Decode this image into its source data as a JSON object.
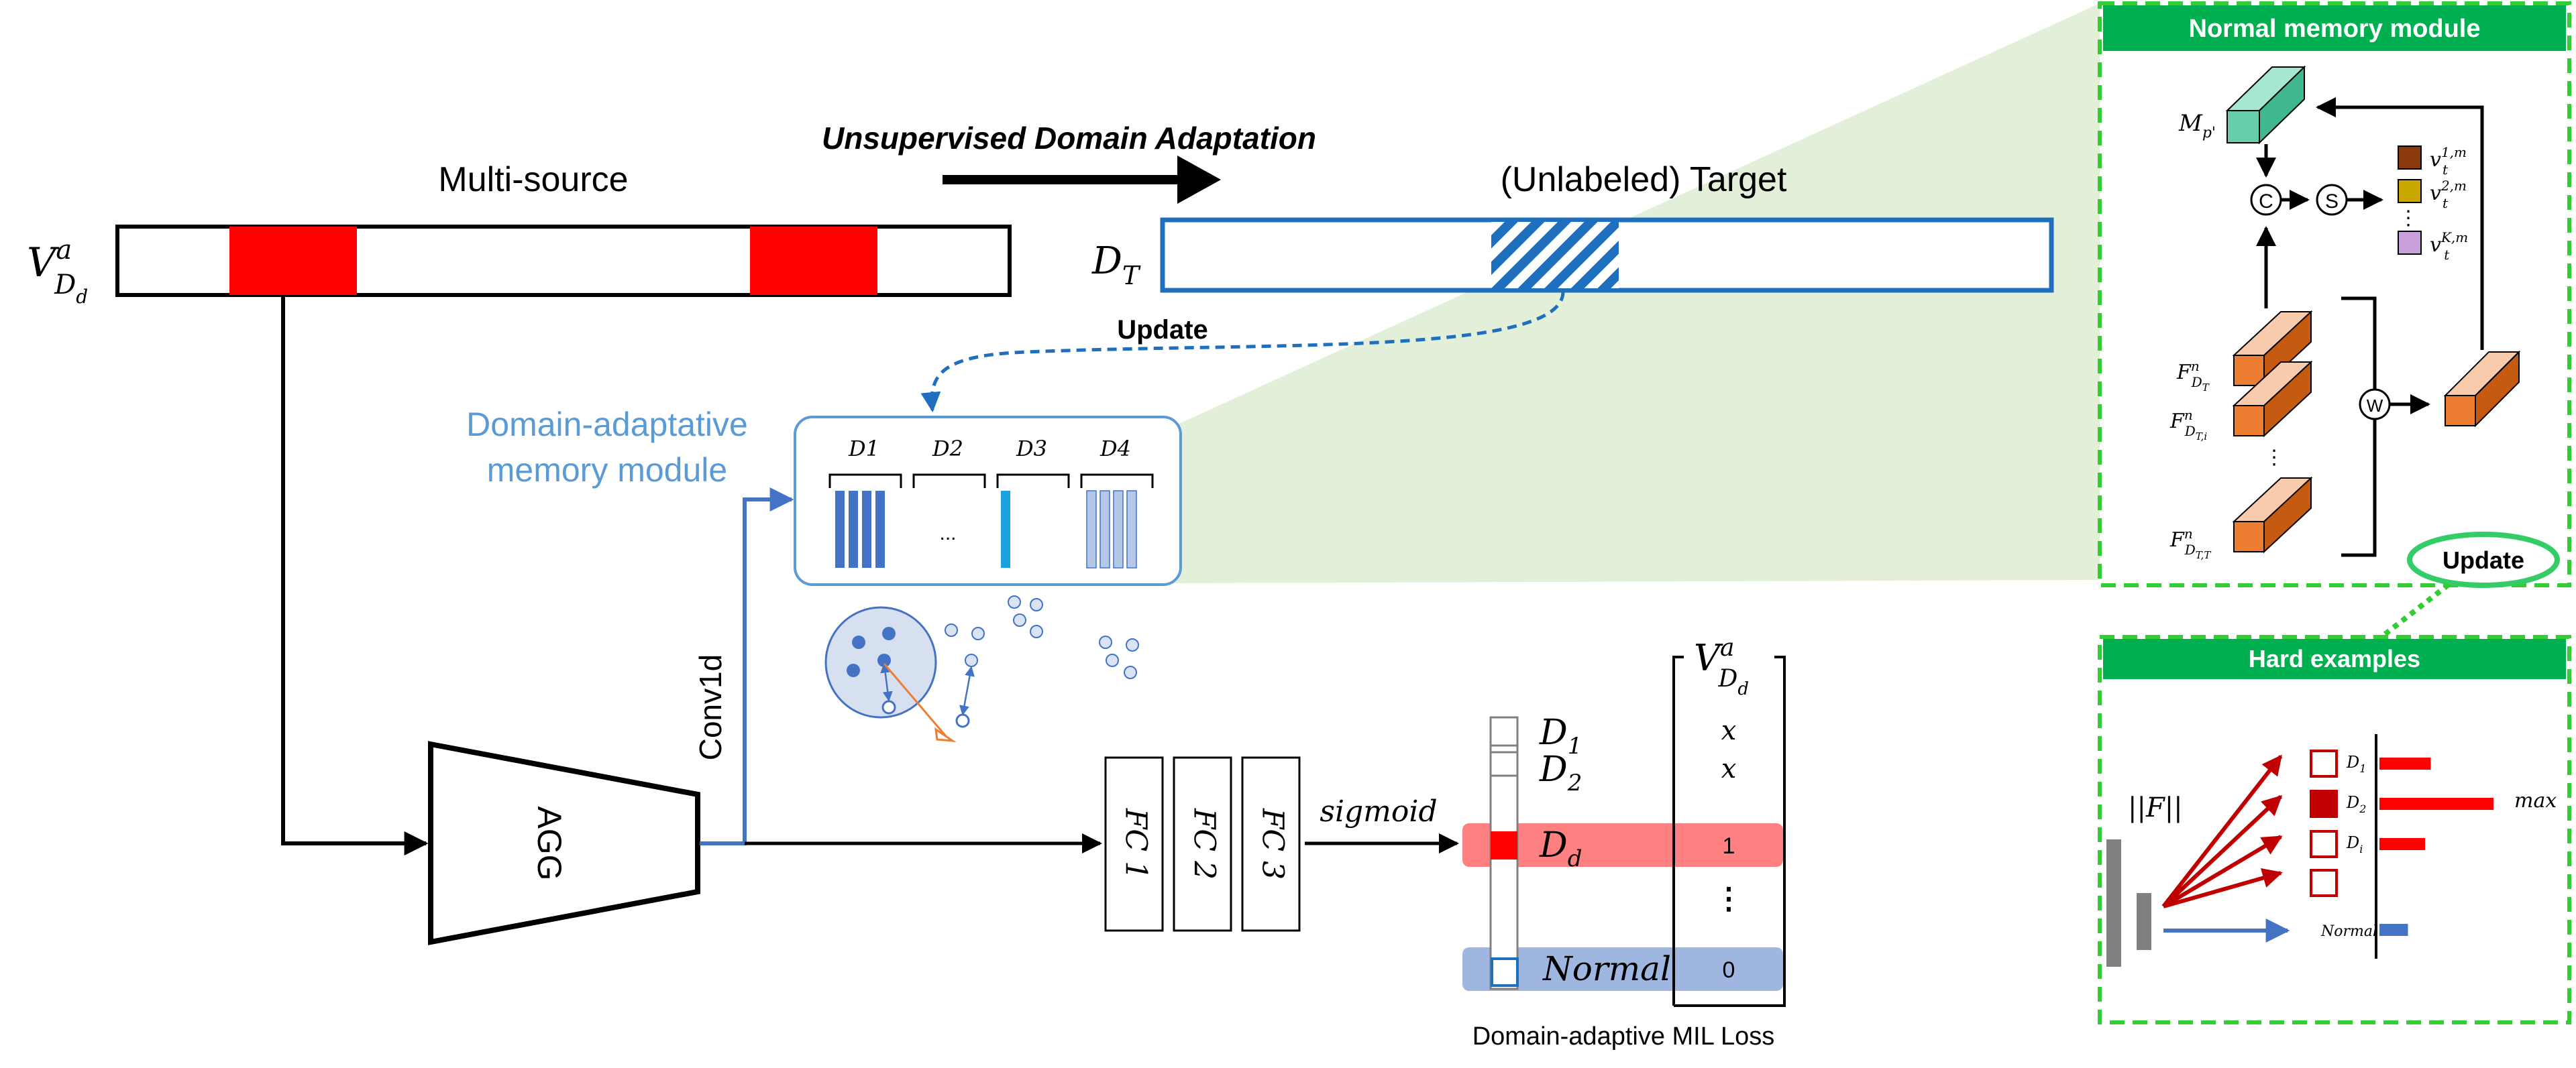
{
  "colors": {
    "red": "#ff0000",
    "blue": "#1f6fbf",
    "memory_blue": "#4472c4",
    "green": "#00b050",
    "dashed_green": "#33cc33",
    "orange": "#ed7d31",
    "light_green": "#e2f0d9",
    "pink_band": "#ff8080",
    "blue_band": "#9fb6e0"
  },
  "top": {
    "uda_label": "Unsupervised Domain Adaptation",
    "multisource_label": "Multi-source",
    "v_label": "V",
    "v_sup": "a",
    "v_sub": "D",
    "v_subsub": "d",
    "target_label": "(Unlabeled) Target",
    "dt_label": "D",
    "dt_sub": "T",
    "update_label": "Update"
  },
  "memory": {
    "title_line1": "Domain-adaptative",
    "title_line2": "memory module",
    "domains": [
      "D1",
      "D2",
      "D3",
      "D4"
    ],
    "ellipsis": "..."
  },
  "pipeline": {
    "agg_label": "AGG",
    "conv_label": "Conv1d",
    "fc_labels": [
      "FC 1",
      "FC 2",
      "FC 3"
    ],
    "sigmoid_label": "sigmoid",
    "d1_label": "D",
    "d1_sub": "1",
    "d2_label": "D",
    "d2_sub": "2",
    "dd_label": "D",
    "dd_sub": "d",
    "normal_label": "Normal",
    "vd_label": "V",
    "vd_sup": "a",
    "vd_sub": "D",
    "vd_subsub": "d",
    "values": [
      "x",
      "x",
      "1",
      "⋮",
      "0"
    ],
    "loss_caption": "Domain-adaptive MIL Loss"
  },
  "normal_memory": {
    "title": "Normal memory module",
    "m_label": "M",
    "m_sub": "p'",
    "c_symbol": "C",
    "s_symbol": "S",
    "w_symbol": "W",
    "v_items": [
      {
        "label": "v",
        "sup": "1,m",
        "sub": "t",
        "color": "#8b3a0f"
      },
      {
        "label": "v",
        "sup": "2,m",
        "sub": "t",
        "color": "#c8a800"
      },
      {
        "label": "v",
        "sup": "K,m",
        "sub": "t",
        "color": "#c9a0dc"
      }
    ],
    "f_labels": [
      {
        "label": "F",
        "sup": "n",
        "sub": "D",
        "subsub": "T"
      },
      {
        "label": "F",
        "sup": "n",
        "sub": "D",
        "subsub": "T,i"
      },
      {
        "label": "F",
        "sup": "n",
        "sub": "D",
        "subsub": "T,T"
      }
    ],
    "dots": "⋮",
    "update_label": "Update"
  },
  "hard_examples": {
    "title": "Hard examples",
    "norm_label": "||F||",
    "rows": [
      {
        "label": "D",
        "sub": "1",
        "value": 0.45,
        "filled": false
      },
      {
        "label": "D",
        "sub": "2",
        "value": 1.0,
        "filled": true
      },
      {
        "label": "D",
        "sub": "i",
        "value": 0.4,
        "filled": false
      },
      {
        "label": "",
        "sub": "",
        "value": 0,
        "filled": false
      }
    ],
    "normal_label": "Normal",
    "normal_value": 0.25,
    "max_label": "max"
  }
}
